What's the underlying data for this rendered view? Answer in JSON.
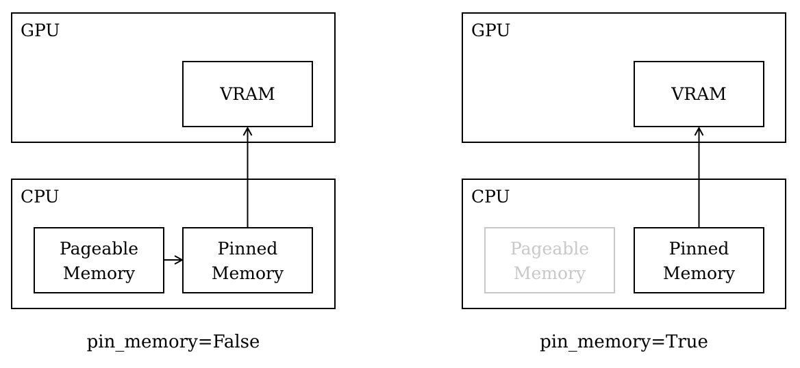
{
  "diagrams": [
    {
      "gpu_label": "GPU",
      "vram_label": "VRAM",
      "cpu_label": "CPU",
      "pageable_line1": "Pageable",
      "pageable_line2": "Memory",
      "pinned_line1": "Pinned",
      "pinned_line2": "Memory",
      "caption": "pin_memory=False",
      "pageable_faded": false,
      "pageable_to_pinned_arrow": true
    },
    {
      "gpu_label": "GPU",
      "vram_label": "VRAM",
      "cpu_label": "CPU",
      "pageable_line1": "Pageable",
      "pageable_line2": "Memory",
      "pinned_line1": "Pinned",
      "pinned_line2": "Memory",
      "caption": "pin_memory=True",
      "pageable_faded": true,
      "pageable_to_pinned_arrow": false
    }
  ],
  "colors": {
    "line": "#000000",
    "faded": "#c8c8c8",
    "background": "#ffffff"
  }
}
